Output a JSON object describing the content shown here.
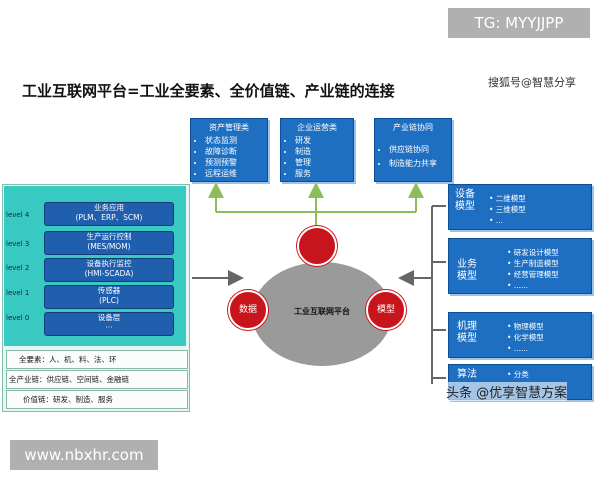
{
  "watermark_top": "TG: MYYJJPP",
  "watermark_bottom": "www.nbxhr.com",
  "title": "工业互联网平台=工业全要素、全价值链、产业链的连接",
  "sohu_mark": "搜狐号@智慧分享",
  "brand_mark": "头条 @优享智慧方案",
  "top_boxes": [
    {
      "title": "资产管理类",
      "items": [
        "状态监测",
        "故障诊断",
        "预测预警",
        "远程运维"
      ]
    },
    {
      "title": "企业运营类",
      "items": [
        "研发",
        "制造",
        "管理",
        "服务"
      ]
    },
    {
      "title": "产业链协同",
      "items": [
        "供应链协同",
        "制造能力共享"
      ]
    }
  ],
  "layers": [
    {
      "level": "level 4",
      "line1": "业务应用",
      "line2": "(PLM、ERP、SCM)"
    },
    {
      "level": "level 3",
      "line1": "生产运行控制",
      "line2": "(MES/MOM)"
    },
    {
      "level": "level 2",
      "line1": "设备执行监控",
      "line2": "(HMI-SCADA)"
    },
    {
      "level": "level 1",
      "line1": "传感器",
      "line2": "(PLC)"
    },
    {
      "level": "level 0",
      "line1": "设备层",
      "line2": "···"
    }
  ],
  "bottom_rows": [
    "全要素：人、机、料、法、环",
    "全产业链：供应链、空间链、金融链",
    "价值链：研发、制造、服务"
  ],
  "center": {
    "label": "工业互联网平台",
    "left_circle": "数据",
    "right_circle": "模型"
  },
  "right_boxes": [
    {
      "label": "设备模型",
      "items": [
        "二维模型",
        "三维模型",
        "..."
      ]
    },
    {
      "label": "业务模型",
      "items": [
        "研发设计模型",
        "生产制造模型",
        "经营管理模型",
        "......"
      ]
    },
    {
      "label": "机理模型",
      "items": [
        "物理模型",
        "化学模型",
        "......"
      ]
    },
    {
      "label": "算法",
      "items": [
        "分类"
      ]
    }
  ],
  "colors": {
    "box_blue": "#1e6fc2",
    "teal": "#38c9c2",
    "red": "#c8141b",
    "gray": "#9a9a9a",
    "arrow_green": "#8cbc5c"
  }
}
